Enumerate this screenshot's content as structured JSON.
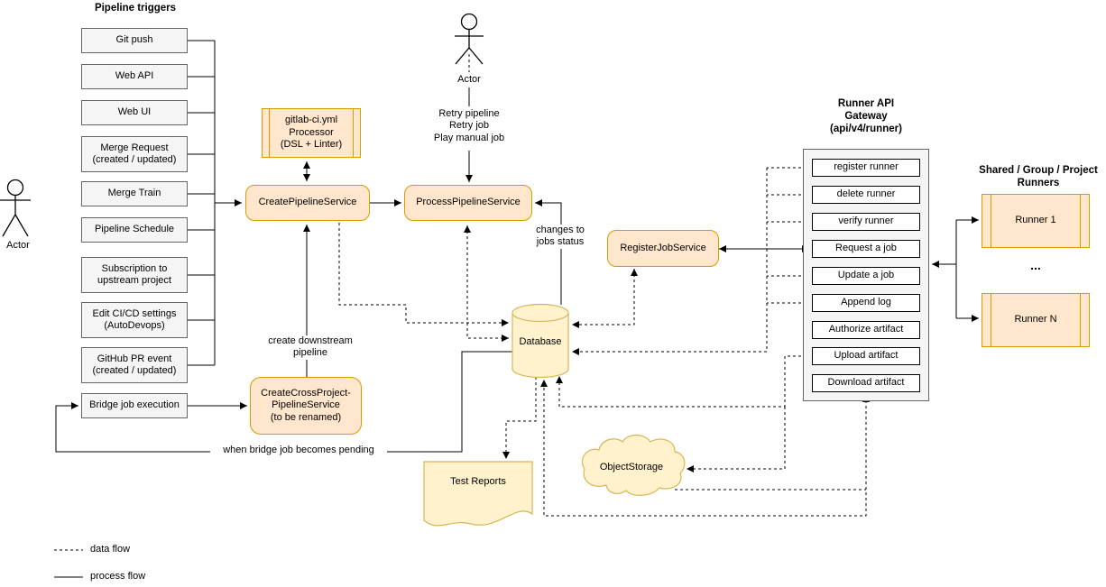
{
  "triggers": {
    "title": "Pipeline triggers",
    "items": [
      "Git push",
      "Web API",
      "Web UI",
      "Merge Request\n(created / updated)",
      "Merge Train",
      "Pipeline Schedule",
      "Subscription to\nupstream project",
      "Edit CI/CD settings\n(AutoDevops)",
      "GitHub PR event\n(created / updated)",
      "Bridge job execution"
    ]
  },
  "actors": {
    "left": "Actor",
    "top": "Actor"
  },
  "services": {
    "processor": "gitlab-ci.yml\nProcessor\n(DSL + Linter)",
    "create_pipeline": "CreatePipelineService",
    "process_pipeline": "ProcessPipelineService",
    "create_cross_project": "CreateCrossProject-\nPipelineService\n(to be renamed)",
    "register_job": "RegisterJobService"
  },
  "database": {
    "label": "Database"
  },
  "storage": {
    "test_reports": "Test Reports",
    "object_storage": "ObjectStorage"
  },
  "gateway": {
    "title": "Runner API\nGateway\n(api/v4/runner)",
    "endpoints": [
      "register runner",
      "delete runner",
      "verify runner",
      "Request a job",
      "Update a job",
      "Append log",
      "Authorize artifact",
      "Upload artifact",
      "Download artifact"
    ]
  },
  "runners": {
    "title": "Shared / Group / Project\nRunners",
    "ellipsis": "...",
    "items": [
      "Runner 1",
      "Runner N"
    ]
  },
  "annotations": {
    "retry": "Retry pipeline\nRetry job\nPlay manual job",
    "changes": "changes to\njobs status",
    "create_downstream": "create downstream\npipeline",
    "when_bridge": "when bridge job becomes pending"
  },
  "legend": {
    "data_flow": "data flow",
    "process_flow": "process flow"
  },
  "colors": {
    "service_fill": "#ffe6cc",
    "service_stroke": "#d79b00",
    "storage_fill": "#fff2cc",
    "storage_stroke": "#d6b656",
    "neutral_fill": "#f5f5f5",
    "neutral_stroke": "#666666",
    "wire": "#000000"
  }
}
